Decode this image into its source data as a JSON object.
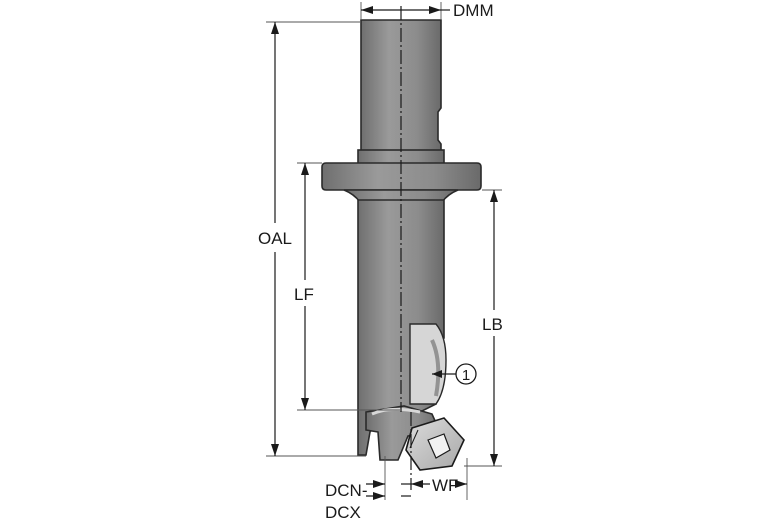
{
  "labels": {
    "dmm": "DMM",
    "oal": "OAL",
    "lf": "LF",
    "lb": "LB",
    "wf": "WF",
    "dcn_line1": "DCN-",
    "dcn_line2": "DCX",
    "callout": "1"
  }
}
